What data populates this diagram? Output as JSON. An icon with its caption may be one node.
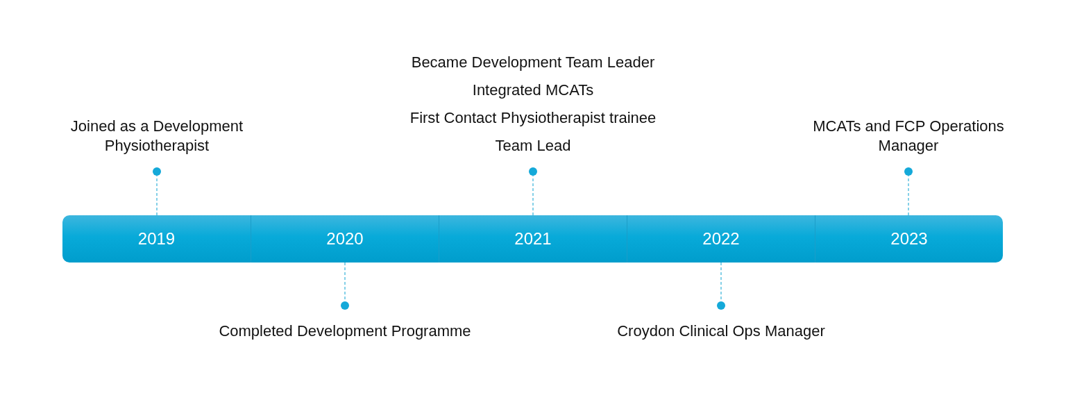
{
  "diagram": {
    "nodes": [
      {
        "text": [
          "2019"
        ]
      },
      {
        "text": [
          "2020"
        ]
      },
      {
        "text": [
          "2021"
        ]
      },
      {
        "text": [
          "2022"
        ]
      },
      {
        "text": [
          "2023"
        ]
      },
      {
        "text": [],
        "shape": "circle",
        "beside": [
          "Joined as a Development Physiotherapist"
        ]
      },
      {
        "text": [],
        "shape": "circle",
        "beside": [
          "Completed Development Programme"
        ]
      },
      {
        "text": [],
        "shape": "circle",
        "beside": [
          "Became Development Team Leader",
          "Integrated MCATs",
          "First Contact Physiotherapist trainee",
          "Team Lead"
        ]
      },
      {
        "text": [],
        "shape": "circle",
        "beside": [
          "Croydon Clinical Ops Manager"
        ]
      },
      {
        "text": [],
        "shape": "circle",
        "beside": [
          "MCATs and FCP Operations Manager"
        ]
      }
    ],
    "edges": [
      {
        "from": 0,
        "to": 5,
        "arrow": "none",
        "style": "dashed"
      },
      {
        "from": 1,
        "to": 6,
        "arrow": "none",
        "style": "dashed"
      },
      {
        "from": 2,
        "to": 7,
        "arrow": "none",
        "style": "dashed"
      },
      {
        "from": 3,
        "to": 8,
        "arrow": "none",
        "style": "dashed"
      },
      {
        "from": 4,
        "to": 9,
        "arrow": "none",
        "style": "dashed"
      }
    ]
  }
}
